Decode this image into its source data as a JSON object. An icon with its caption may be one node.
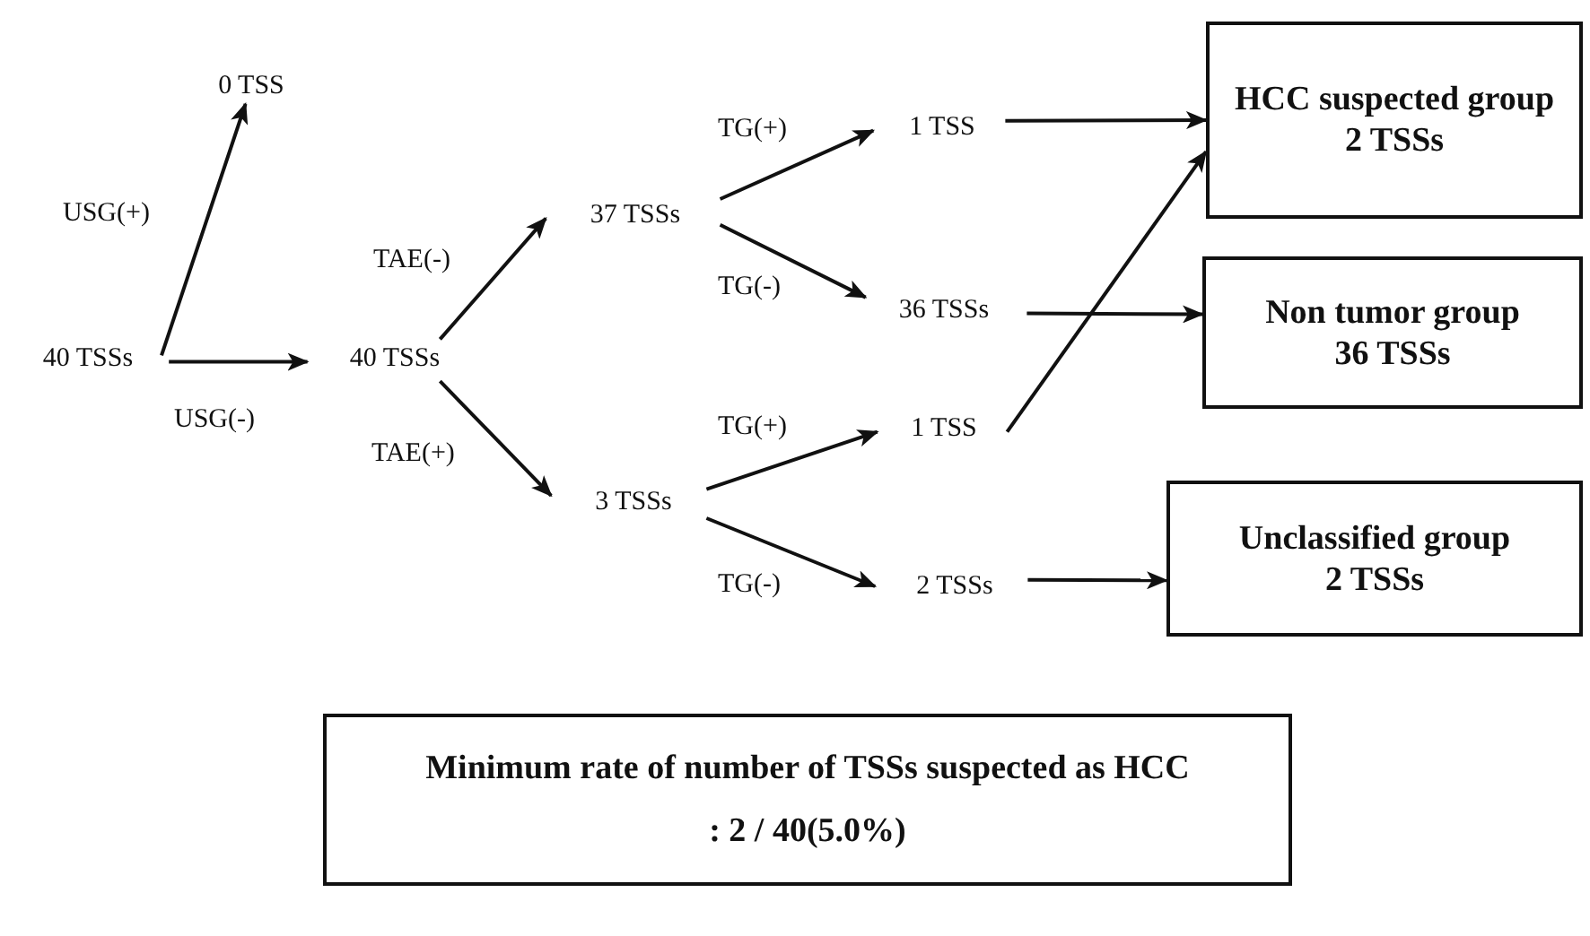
{
  "diagram": {
    "nodes": [
      {
        "text": [
          "40 TSSs"
        ]
      },
      {
        "text": [
          "0 TSS"
        ]
      },
      {
        "text": [
          "40 TSSs"
        ]
      },
      {
        "text": [
          "37 TSSs"
        ]
      },
      {
        "text": [
          "3 TSSs"
        ]
      },
      {
        "text": [
          "1 TSS"
        ]
      },
      {
        "text": [
          "36 TSSs"
        ]
      },
      {
        "text": [
          "1 TSS"
        ]
      },
      {
        "text": [
          "2 TSSs"
        ]
      },
      {
        "text": [
          "HCC suspected group",
          "2 TSSs"
        ]
      },
      {
        "text": [
          "Non tumor group",
          "36 TSSs"
        ]
      },
      {
        "text": [
          "Unclassified group",
          "2 TSSs"
        ]
      },
      {
        "text": [
          "Minimum rate of number of TSSs suspected as HCC",
          ": 2 / 40(5.0%)"
        ]
      }
    ],
    "edges": [
      {
        "from": 0,
        "to": 1,
        "arrow": "to",
        "label": "USG(+)"
      },
      {
        "from": 0,
        "to": 2,
        "arrow": "to",
        "label": "USG(-)"
      },
      {
        "from": 2,
        "to": 3,
        "arrow": "to",
        "label": "TAE(-)"
      },
      {
        "from": 2,
        "to": 4,
        "arrow": "to",
        "label": "TAE(+)"
      },
      {
        "from": 3,
        "to": 5,
        "arrow": "to",
        "label": "TG(+)"
      },
      {
        "from": 3,
        "to": 6,
        "arrow": "to",
        "label": "TG(-)"
      },
      {
        "from": 4,
        "to": 7,
        "arrow": "to",
        "label": "TG(+)"
      },
      {
        "from": 4,
        "to": 8,
        "arrow": "to",
        "label": "TG(-)"
      },
      {
        "from": 5,
        "to": 9,
        "arrow": "to"
      },
      {
        "from": 6,
        "to": 10,
        "arrow": "to"
      },
      {
        "from": 7,
        "to": 9,
        "arrow": "to"
      },
      {
        "from": 8,
        "to": 11,
        "arrow": "to"
      }
    ]
  }
}
